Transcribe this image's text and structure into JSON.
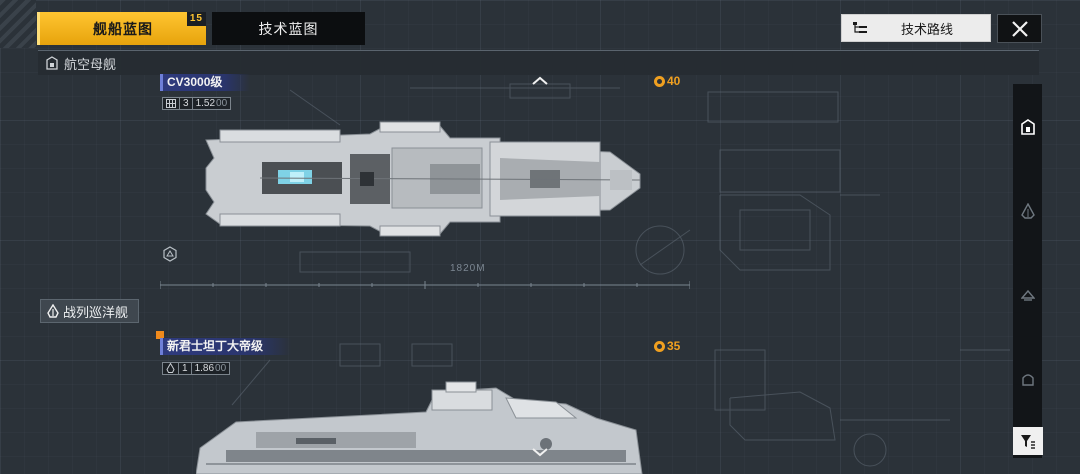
{
  "tabs": {
    "ship_blueprint": "舰船蓝图",
    "ship_blueprint_badge": "15",
    "tech_blueprint": "技术蓝图"
  },
  "header": {
    "tech_route_label": "技术路线",
    "close_icon": "close-icon"
  },
  "category": {
    "current": "航空母舰",
    "icon": "carrier-icon"
  },
  "ships": [
    {
      "name": "CV3000级",
      "stat_icon": "grid-icon",
      "count": "3",
      "value": "1.52",
      "value_suffix": "00",
      "cost": "40",
      "length": "1820M"
    },
    {
      "name": "新君士坦丁大帝级",
      "stat_icon": "battlecruiser-icon",
      "count": "1",
      "value": "1.86",
      "value_suffix": "00",
      "cost": "35"
    }
  ],
  "sections": {
    "battlecruiser": "战列巡洋舰"
  },
  "sidebar": {
    "items": [
      "carrier-icon",
      "destroyer-icon",
      "frigate-icon",
      "cruiser-icon"
    ],
    "filter_icon": "filter-icon"
  },
  "colors": {
    "accent": "#ffc531",
    "cost": "#f0a020",
    "name_band": "#2e3a7e",
    "new_marker": "#f08a1c"
  }
}
